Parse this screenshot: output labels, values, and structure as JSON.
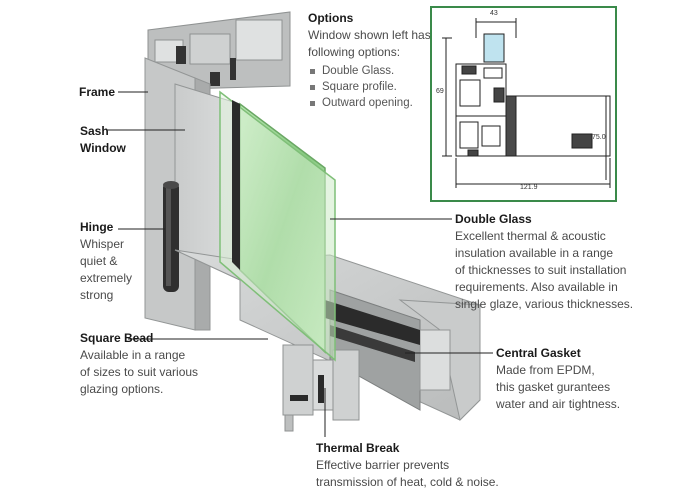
{
  "options": {
    "title": "Options",
    "intro": "Window shown left has following options:",
    "items": [
      "Double Glass.",
      "Square profile.",
      "Outward opening."
    ]
  },
  "labels": {
    "frame": "Frame",
    "sash_line1": "Sash",
    "sash_line2": "Window",
    "hinge": {
      "title": "Hinge",
      "line1": "Whisper",
      "line2": "quiet &",
      "line3": "extremely",
      "line4": "strong"
    },
    "square_bead": {
      "title": "Square Bead",
      "line1": "Available in a range",
      "line2": "of sizes to suit various",
      "line3": "glazing options."
    },
    "double_glass": {
      "title": "Double Glass",
      "line1": "Excellent thermal & acoustic",
      "line2": "insulation available in a range",
      "line3": "of thicknesses to suit installation",
      "line4": "requirements. Also available in",
      "line5": "single glaze, various thicknesses."
    },
    "central_gasket": {
      "title": "Central Gasket",
      "line1": "Made from EPDM,",
      "line2": "this gasket gurantees",
      "line3": "water and air tightness."
    },
    "thermal_break": {
      "title": "Thermal Break",
      "line1": "Effective barrier prevents",
      "line2": "transmission of heat, cold & noise."
    }
  },
  "drawing": {
    "dim_top": "43",
    "dim_left": "69",
    "dim_right": "75.0",
    "dim_bottom": "121.9"
  },
  "colors": {
    "frame_light": "#d4d6d6",
    "frame_mid": "#b7b9b9",
    "frame_dark": "#8e9191",
    "glass_green": "#9fd39a",
    "gasket": "#2b2b2b",
    "border_green": "#3a8a4a"
  }
}
